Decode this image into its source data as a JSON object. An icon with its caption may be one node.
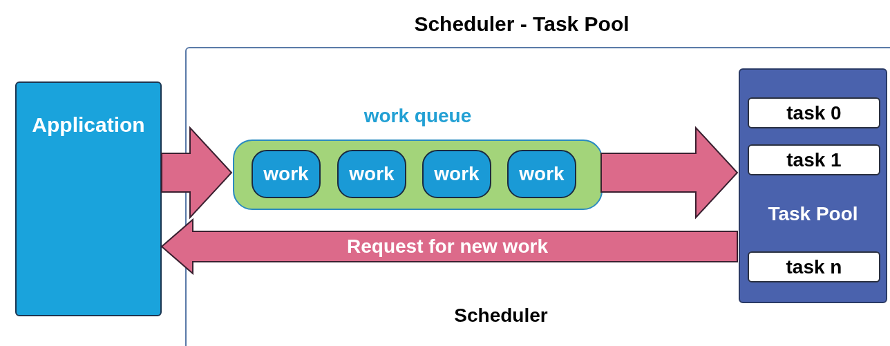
{
  "diagram": {
    "title": "Scheduler - Task Pool",
    "nodes": [
      {
        "text": [
          "Scheduler"
        ]
      },
      {
        "text": [
          "Application"
        ]
      },
      {
        "text": [
          "work queue"
        ],
        "in": 0
      },
      {
        "text": [
          "work"
        ],
        "in": 2
      },
      {
        "text": [
          "work"
        ],
        "in": 2
      },
      {
        "text": [
          "work"
        ],
        "in": 2
      },
      {
        "text": [
          "work"
        ],
        "in": 2
      },
      {
        "text": [
          "Task Pool"
        ],
        "in": 0
      },
      {
        "text": [
          "task 0"
        ],
        "in": 7
      },
      {
        "text": [
          "task 1"
        ],
        "in": 7
      },
      {
        "text": [
          "task n"
        ],
        "in": 7
      }
    ],
    "edges": [
      {
        "from": 1,
        "to": 2,
        "arrow": "to"
      },
      {
        "from": 2,
        "to": 7,
        "arrow": "to"
      },
      {
        "from": 7,
        "to": 1,
        "arrow": "to",
        "label": "Request for new work"
      }
    ]
  }
}
